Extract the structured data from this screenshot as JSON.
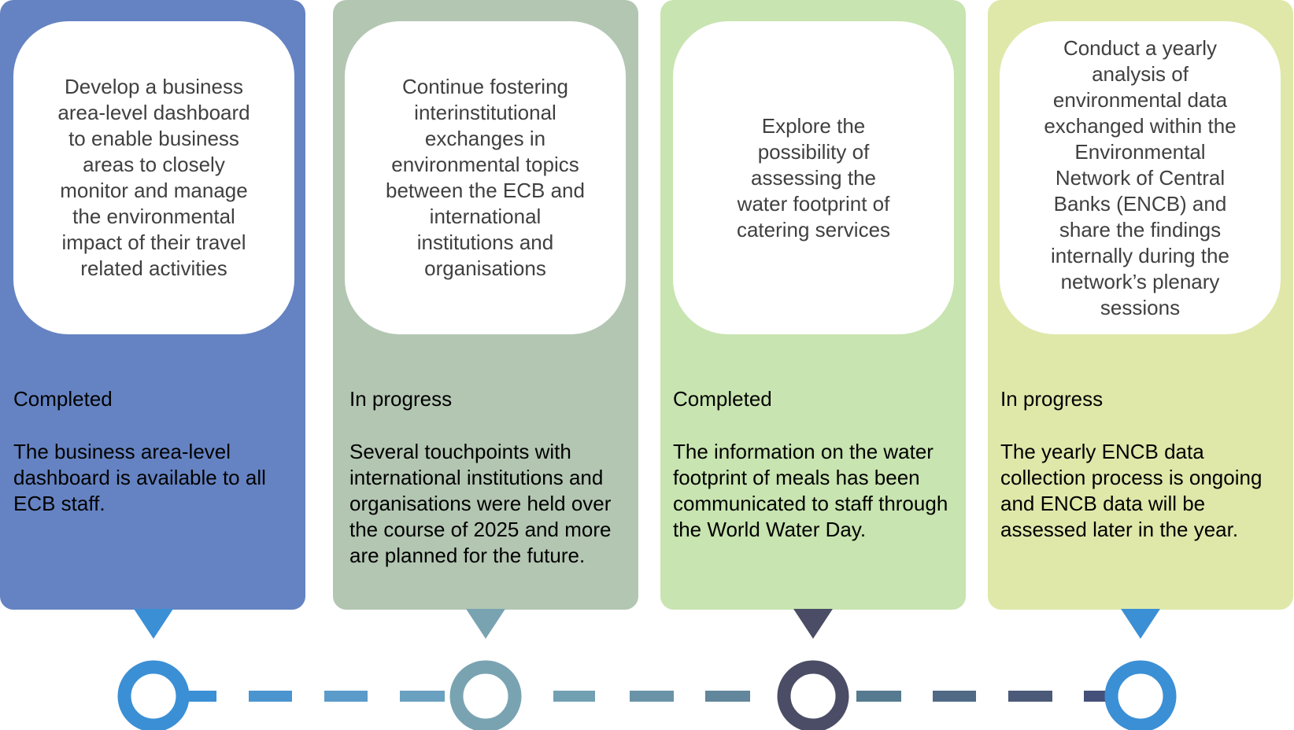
{
  "colors": {
    "card1": "#6583c2",
    "card2": "#b3c6b2",
    "card3": "#c8e4b0",
    "card4": "#dfe8a9",
    "ring1": "#3b8fd5",
    "ring2": "#7aa3b2",
    "ring3": "#4b4d66",
    "ring4": "#3b8fd5",
    "pointer1": "#3b8fd5",
    "pointer2": "#7aa3b2",
    "pointer3": "#4b4d66",
    "pointer4": "#3b8fd5"
  },
  "milestones": [
    {
      "action": "Develop a business area-level dashboard to enable business areas to closely monitor and manage the environmental impact of their travel related activities",
      "status": "Completed",
      "description": "The business area-level dashboard is available to all ECB staff."
    },
    {
      "action": "Continue fostering interinstitutional exchanges in environmental topics between the ECB and international institutions and organisations",
      "status": "In progress",
      "description": "Several touchpoints with international institutions and organisations were held over the course of 2025 and more are planned for the future."
    },
    {
      "action": "Explore the possibility of assessing the water footprint of catering services",
      "status": "Completed",
      "description": "The information on the water footprint of meals has been communicated to staff through the World Water Day."
    },
    {
      "action": "Conduct a yearly analysis of environmental data exchanged within the Environmental Network of Central Banks (ENCB) and share the findings internally during the network’s plenary sessions",
      "status": "In progress",
      "description": "The yearly ENCB data collection process is ongoing and ENCB data will be assessed later in the year."
    }
  ]
}
